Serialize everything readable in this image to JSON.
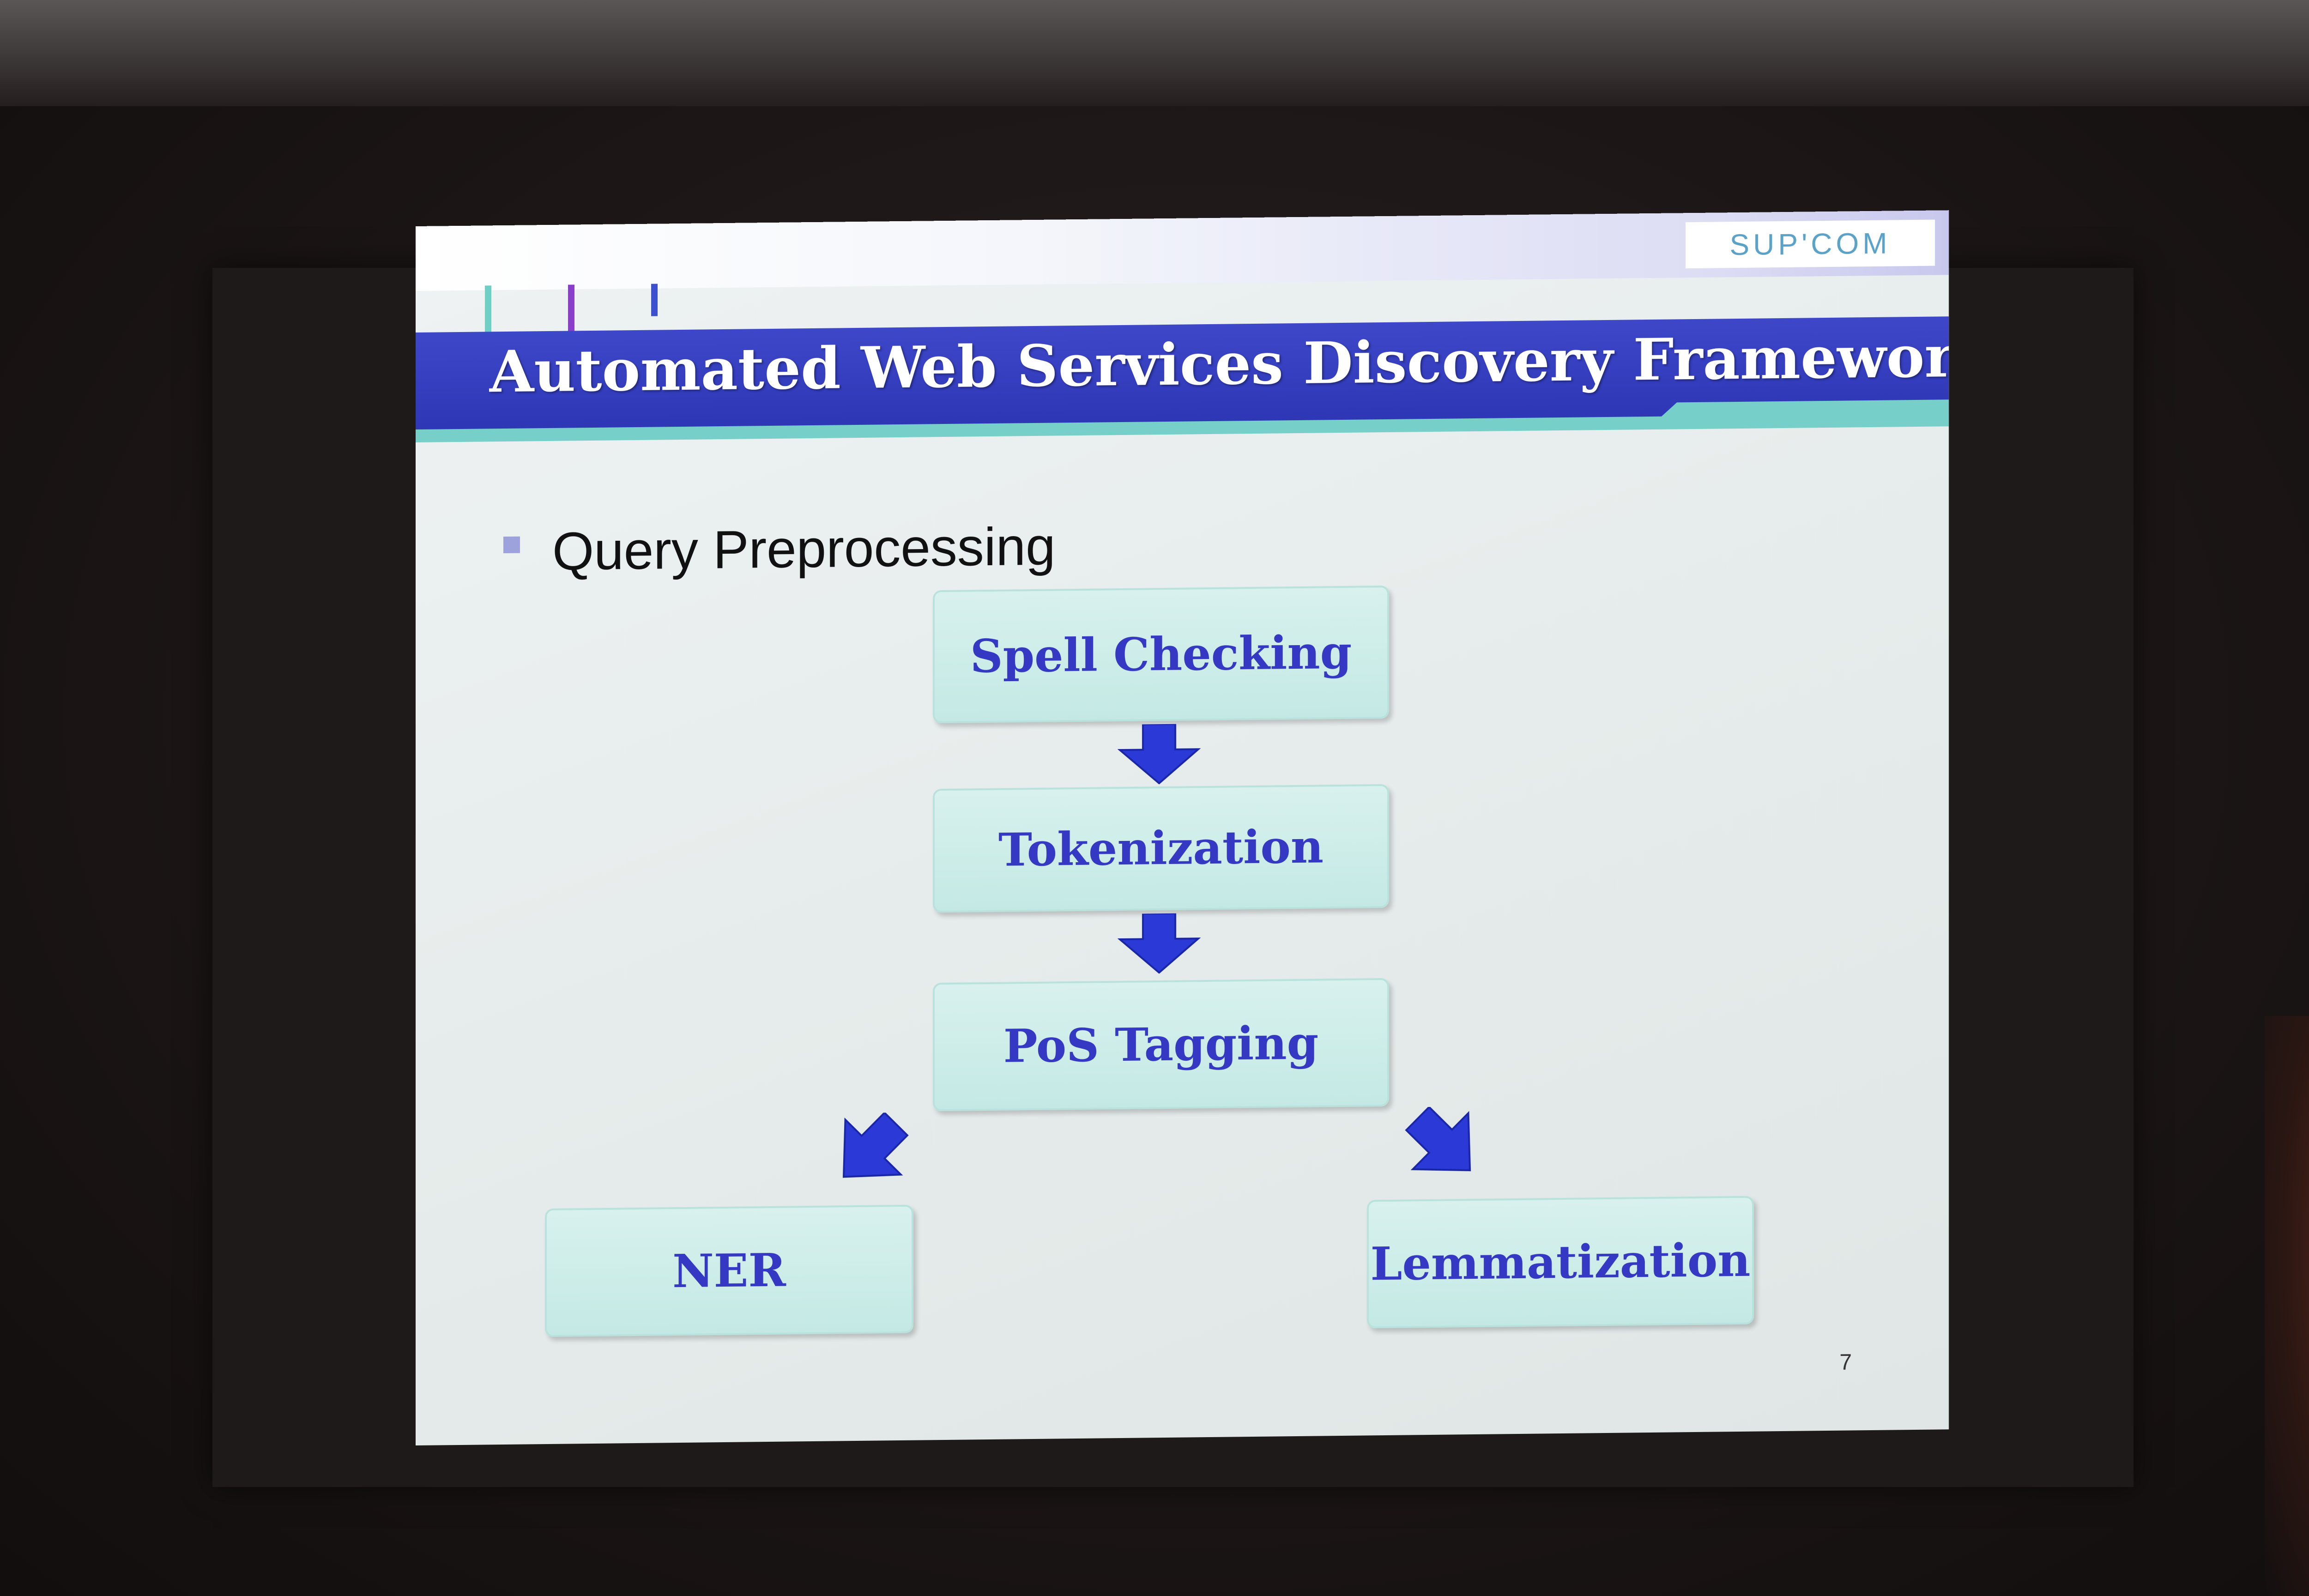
{
  "slide": {
    "logo_text": "SUP'COM",
    "title": "Automated Web Services Discovery Framework",
    "bullet": "Query Preprocessing",
    "page_number": "7"
  },
  "flow": {
    "steps": [
      "Spell Checking",
      "Tokenization",
      "PoS Tagging"
    ],
    "branches": [
      "NER",
      "Lemmatization"
    ]
  },
  "colors": {
    "title_bar": "#2c36b4",
    "box_fill": "#c4e9e4",
    "box_text": "#3438c2",
    "arrow": "#2b3ad6",
    "teal_accent": "#76cfc8"
  }
}
